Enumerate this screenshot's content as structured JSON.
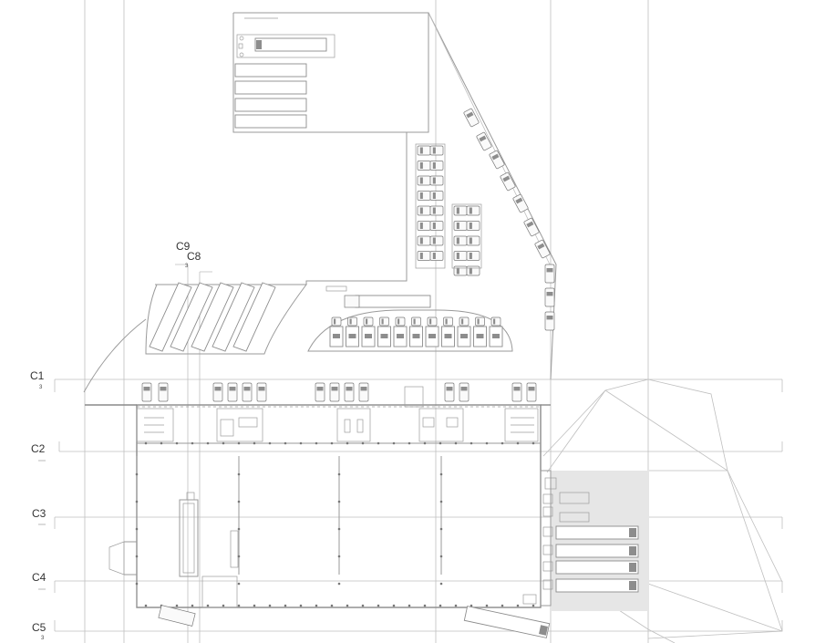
{
  "plan": {
    "section_labels": {
      "c9": "C9",
      "c8": "C8",
      "c1": "C1",
      "c2": "C2",
      "c3": "C3",
      "c4": "C4",
      "c5": "C5"
    },
    "sheet_refs": {
      "c8": "3",
      "c1": "3",
      "c5": "3"
    }
  }
}
